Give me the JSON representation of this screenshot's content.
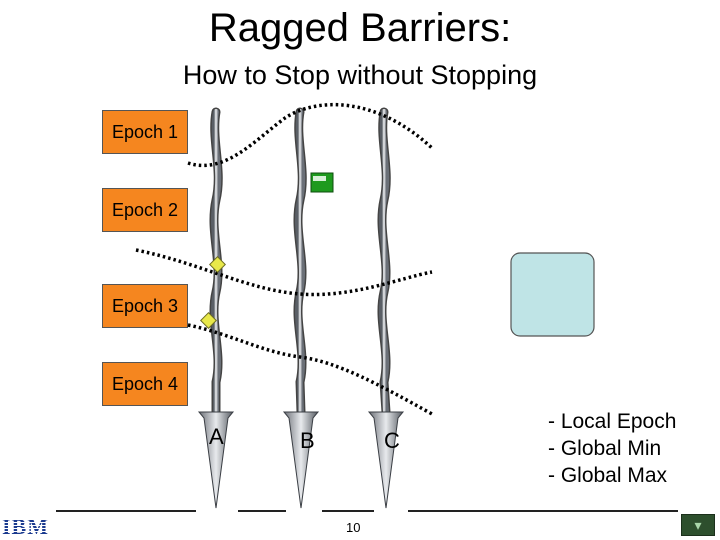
{
  "slide": {
    "title": "Ragged Barriers:",
    "subtitle": "How to Stop without Stopping",
    "page_number": "10",
    "logo_text": "IBM"
  },
  "epochs": [
    "Epoch 1",
    "Epoch 2",
    "Epoch 3",
    "Epoch 4"
  ],
  "threads": [
    "A",
    "B",
    "C"
  ],
  "legend": [
    "- Local Epoch",
    "- Global Min",
    "- Global Max"
  ],
  "colors": {
    "epoch_box": "#f5861f",
    "local_epoch_marker": "#e8e84a",
    "cursor_marker": "#1e9a1e",
    "panel_fill": "#bfe4e6"
  },
  "icons": [
    "ibm-logo-icon",
    "navigation-icon"
  ]
}
